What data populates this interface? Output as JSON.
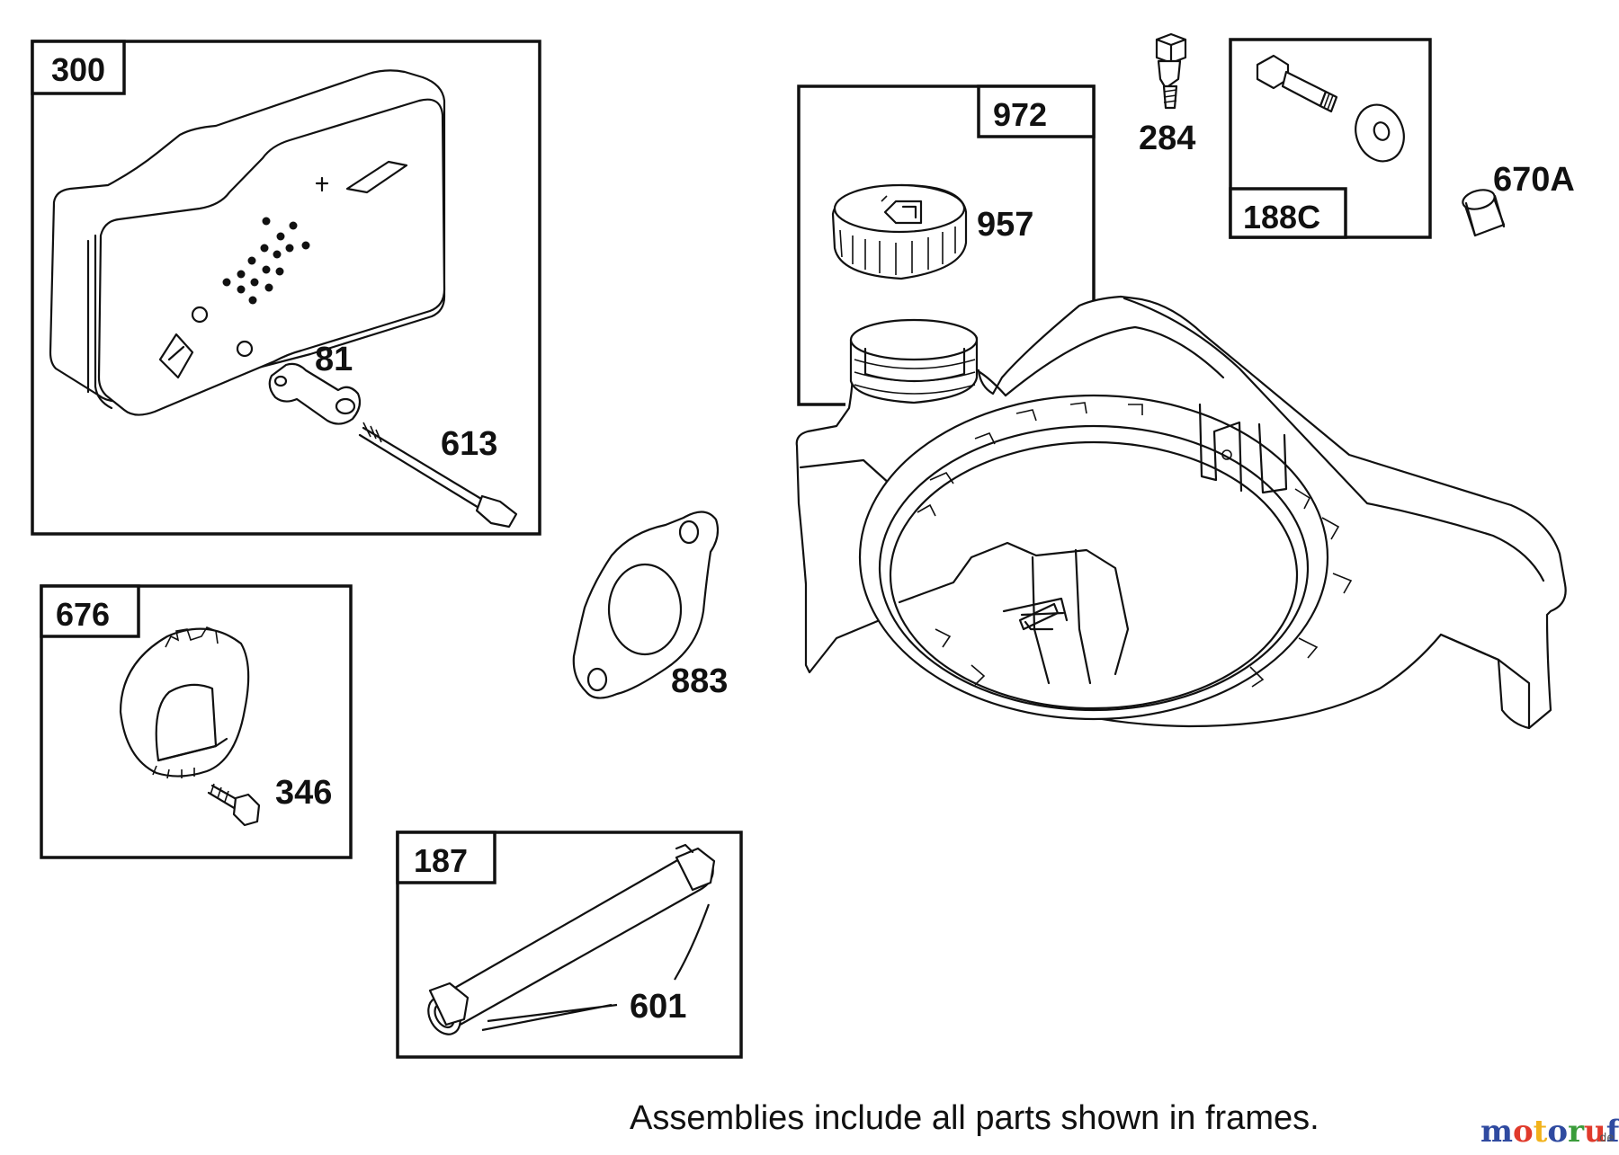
{
  "assemblies": {
    "muffler": "300",
    "deflector": "676",
    "tank": "972",
    "fitting": "188C",
    "fuel_line": "187"
  },
  "parts": {
    "p81": "81",
    "p613": "613",
    "p346": "346",
    "p883": "883",
    "p957": "957",
    "p284": "284",
    "p670a": "670A",
    "p601": "601"
  },
  "note": "Assemblies include all parts shown in frames.",
  "watermark": {
    "text": "motoruf",
    "suffix": ".de",
    "letter_colors": [
      "#2f4aa0",
      "#e03a2b",
      "#f2b21b",
      "#2f4aa0",
      "#3a9c3a",
      "#e03a2b",
      "#2f4aa0"
    ]
  }
}
